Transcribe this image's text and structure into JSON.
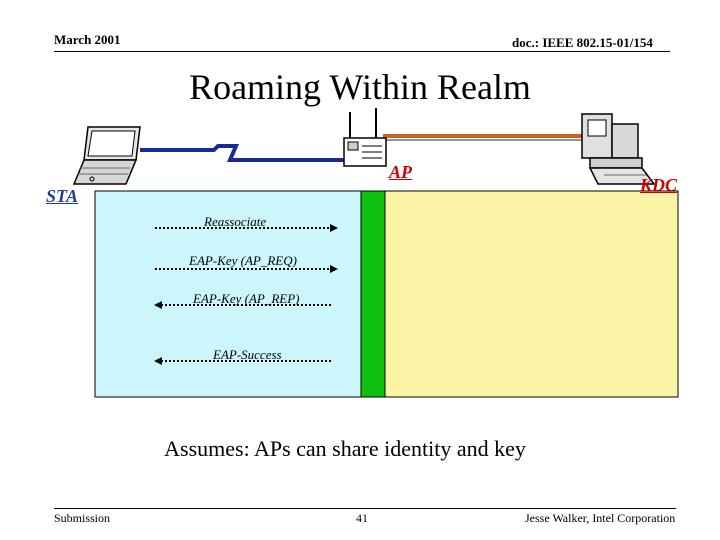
{
  "header": {
    "date": "March 2001",
    "doc": "doc.: IEEE 802.15-01/154"
  },
  "title": "Roaming Within Realm",
  "nodes": {
    "sta": "STA",
    "ap": "AP",
    "kdc": "KDC"
  },
  "messages": [
    {
      "label": "Reassociate",
      "direction": "right"
    },
    {
      "label": "EAP-Key (AP_REQ)",
      "direction": "right"
    },
    {
      "label": "EAP-Key (AP_REP)",
      "direction": "left"
    },
    {
      "label": "EAP-Success",
      "direction": "left"
    }
  ],
  "assumption": "Assumes: APs can share identity and key",
  "footer": {
    "left": "Submission",
    "page": "41",
    "right": "Jesse Walker, Intel Corporation"
  },
  "colors": {
    "sta_region": "#ccf6fc",
    "ap_bar": "#10c010",
    "kdc_region": "#fcf5a5",
    "wireless_link": "#1a2a9a",
    "wired_link": "#c8641e",
    "node_label_red": "#cc0000",
    "node_label_blue": "#1f3c9a"
  }
}
